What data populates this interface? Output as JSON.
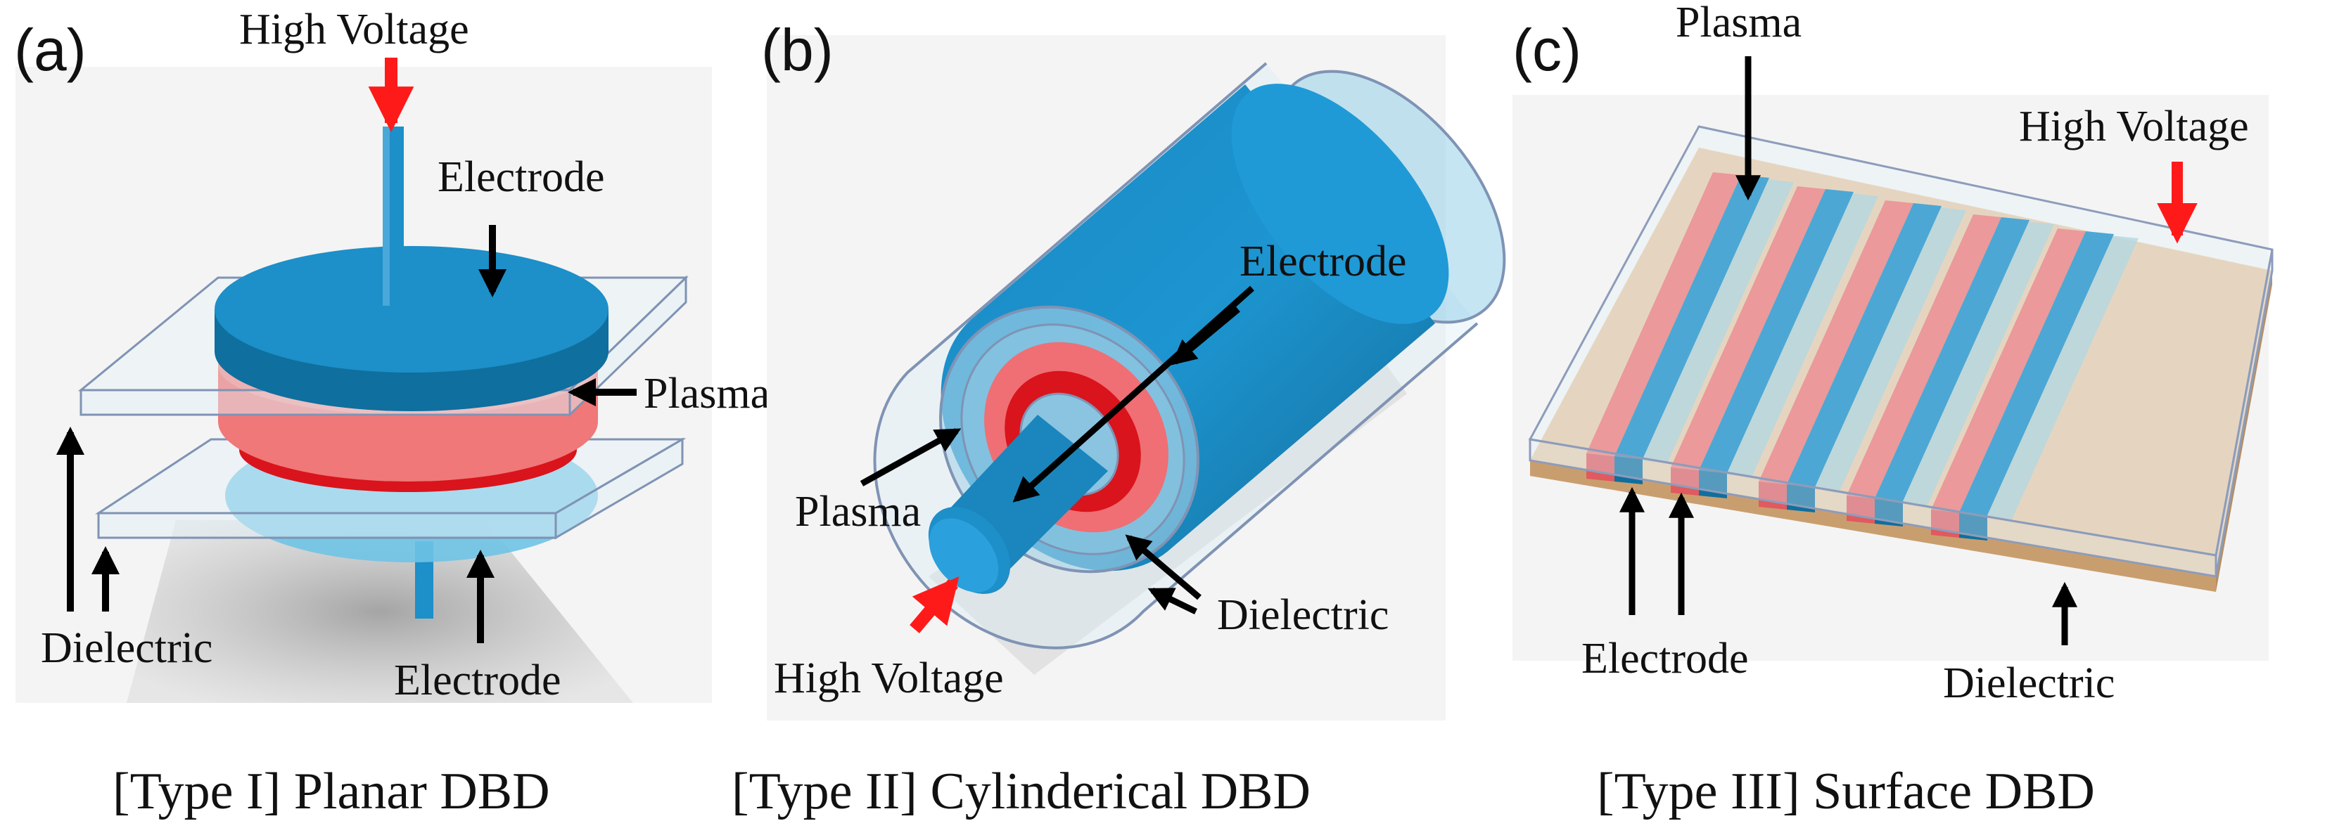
{
  "colors": {
    "electrode": "#1d8fc9",
    "electrode_dark": "#0f6f9e",
    "plasma": "#f07878",
    "plasma_core": "#e31b23",
    "dielectric_glass": "#d9ecf4",
    "surface_substrate": "#e8ccae",
    "hv_arrow": "#ff1a1a",
    "label_arrow": "#000000"
  },
  "panels": [
    {
      "letter": "(a)",
      "caption": "[Type I] Planar DBD",
      "labels": {
        "high_voltage": "High Voltage",
        "electrode_top": "Electrode",
        "plasma": "Plasma",
        "dielectric": "Dielectric",
        "electrode_bottom": "Electrode"
      }
    },
    {
      "letter": "(b)",
      "caption": "[Type II] Cylinderical DBD",
      "labels": {
        "electrode": "Electrode",
        "plasma": "Plasma",
        "dielectric": "Dielectric",
        "high_voltage": "High Voltage"
      }
    },
    {
      "letter": "(c)",
      "caption": "[Type III] Surface DBD",
      "labels": {
        "plasma": "Plasma",
        "high_voltage": "High Voltage",
        "electrode": "Electrode",
        "dielectric": "Dielectric"
      }
    }
  ]
}
